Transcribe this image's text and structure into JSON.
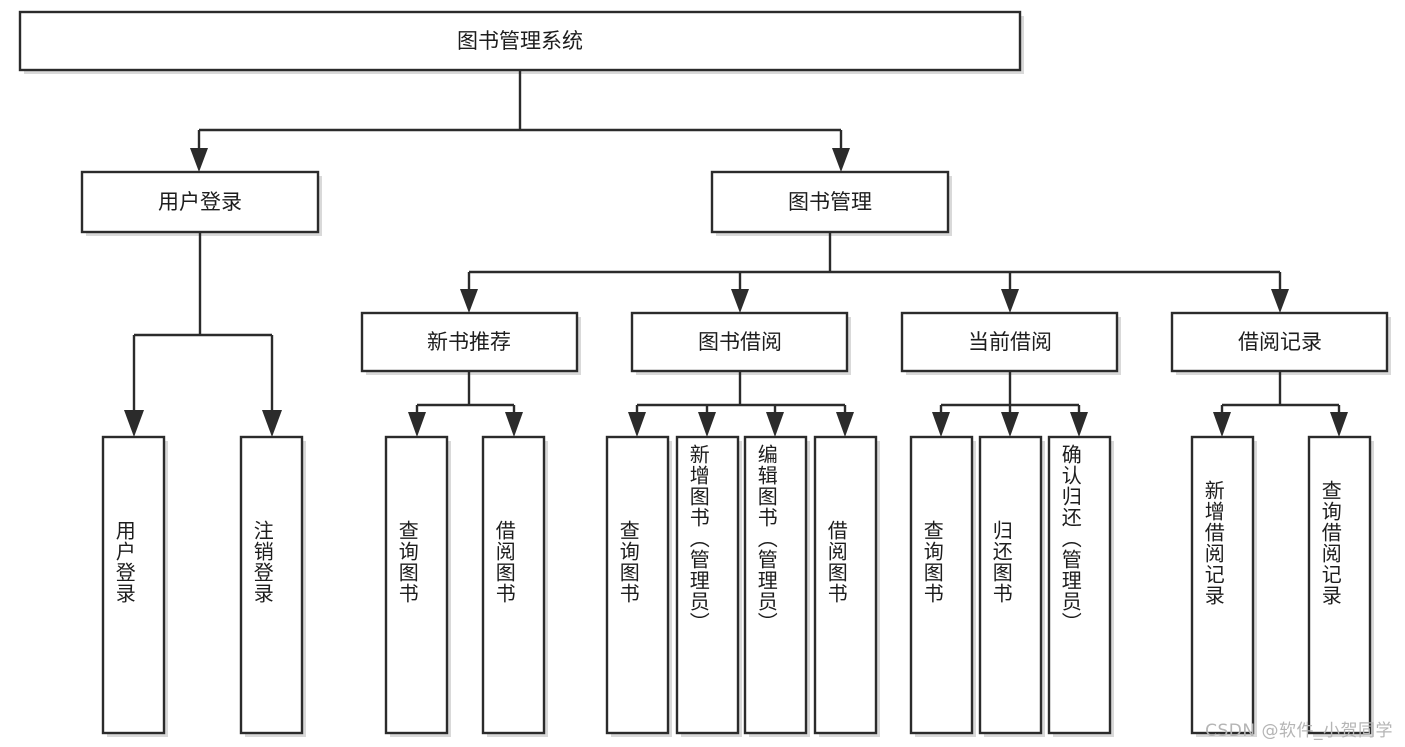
{
  "diagram": {
    "type": "tree",
    "title": "图书管理系统",
    "watermark": "CSDN @软件_小贺同学",
    "colors": {
      "box_fill": "#ffffff",
      "box_stroke": "#2b2b2b",
      "text": "#1d1d1d",
      "background": "#ffffff",
      "watermark": "#b5b5b5"
    },
    "root": {
      "label": "图书管理系统"
    },
    "level2": [
      {
        "label": "用户登录"
      },
      {
        "label": "图书管理"
      }
    ],
    "level3": [
      {
        "label": "新书推荐"
      },
      {
        "label": "图书借阅"
      },
      {
        "label": "当前借阅"
      },
      {
        "label": "借阅记录"
      }
    ],
    "leaves": {
      "user_login": [
        {
          "label": "用户登录"
        },
        {
          "label": "注销登录"
        }
      ],
      "new_book_recommend": [
        {
          "label": "查询图书"
        },
        {
          "label": "借阅图书"
        }
      ],
      "book_borrow": [
        {
          "label": "查询图书"
        },
        {
          "label": "新增图书（管理员）"
        },
        {
          "label": "编辑图书（管理员）"
        },
        {
          "label": "借阅图书"
        }
      ],
      "current_borrow": [
        {
          "label": "查询图书"
        },
        {
          "label": "归还图书"
        },
        {
          "label": "确认归还（管理员）"
        }
      ],
      "borrow_record": [
        {
          "label": "新增借阅记录"
        },
        {
          "label": "查询借阅记录"
        }
      ]
    }
  }
}
